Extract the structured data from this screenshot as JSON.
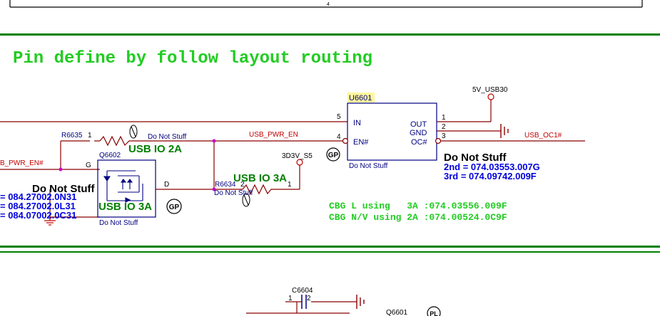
{
  "top_frame": {
    "zone_number": "4"
  },
  "section_title": "Pin define by follow layout routing",
  "u6601": {
    "ref": "U6601",
    "pins_left": [
      {
        "num": "5",
        "name": "IN"
      },
      {
        "num": "4",
        "name": "EN#"
      }
    ],
    "pins_right": [
      {
        "num": "1",
        "name": "OUT"
      },
      {
        "num": "2",
        "name": "GND"
      },
      {
        "num": "3",
        "name": "OC#"
      }
    ],
    "note": "Do Not Stuff"
  },
  "nets": {
    "v5_usb30": "5V_USB30",
    "usb_oc1": "USB_OC1#",
    "usb_pwr_en": "USB_PWR_EN",
    "usb_pwr_en_n": "B_PWR_EN#",
    "v3d3_s5": "3D3V_S5"
  },
  "r6635": {
    "ref": "R6635",
    "pin1": "1",
    "note": "Do Not Stuff"
  },
  "r6634": {
    "ref": "R6634",
    "pin2": "2",
    "pin1": "1",
    "note": "Do Not Stuff"
  },
  "q6602": {
    "ref": "Q6602",
    "gate": "G",
    "drain": "D",
    "note": "Do Not Stuff"
  },
  "labels": {
    "usb_io_2a": "USB IO 2A",
    "usb_io_3a_right": "USB IO 3A",
    "usb_io_3a_left": "USB IO 3A",
    "do_not_stuff_right": "Do Not Stuff",
    "do_not_stuff_left": "Do Not Stuff",
    "alt_2nd": "2nd = 074.03553.007G",
    "alt_3rd": "3rd = 074.09742.009F",
    "left_part_1": "= 084.27002.0N31",
    "left_part_2": "= 084.27002.0L31",
    "left_part_3": "= 084.07002.0C31",
    "cbg_1": "CBG L using   3A :074.03556.009F",
    "cbg_2": "CBG N/V using 2A :074.00524.0C9F"
  },
  "markers": {
    "gp": "GP",
    "pl": "PL"
  },
  "bottom": {
    "c6604": "C6604",
    "c6604_pin1": "1",
    "c6604_pin2": "2",
    "q6601": "Q6601"
  },
  "colors": {
    "wire": "#8b0000",
    "component": "#000080",
    "title_green": "#22cc22",
    "label_green": "#008000",
    "alt_blue": "#0000dd",
    "net_red": "#c00000",
    "junction": "#cc00cc",
    "frame_green": "#008000"
  }
}
